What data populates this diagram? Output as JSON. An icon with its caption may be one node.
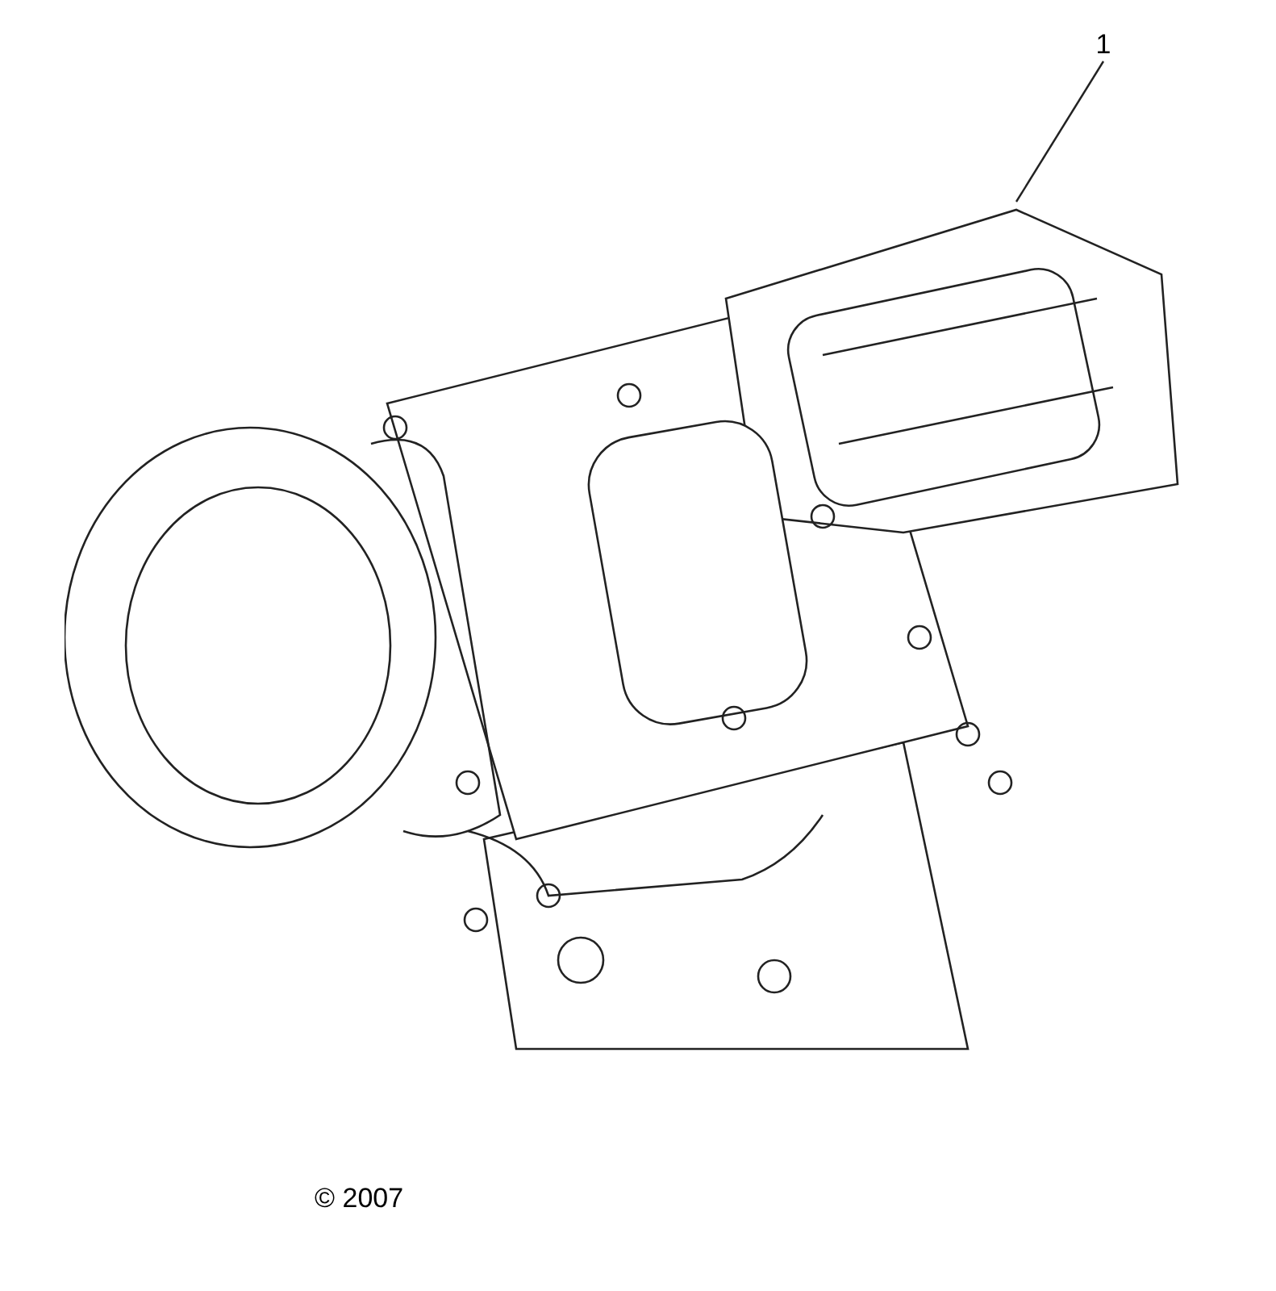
{
  "diagram": {
    "nodes": [
      {
        "text": [
          "1"
        ]
      },
      {
        "text": [],
        "shape": "picture"
      }
    ],
    "edges": [
      {
        "from": 0,
        "to": 1,
        "arrow": "none"
      }
    ],
    "labels": [
      "© 2007"
    ]
  }
}
